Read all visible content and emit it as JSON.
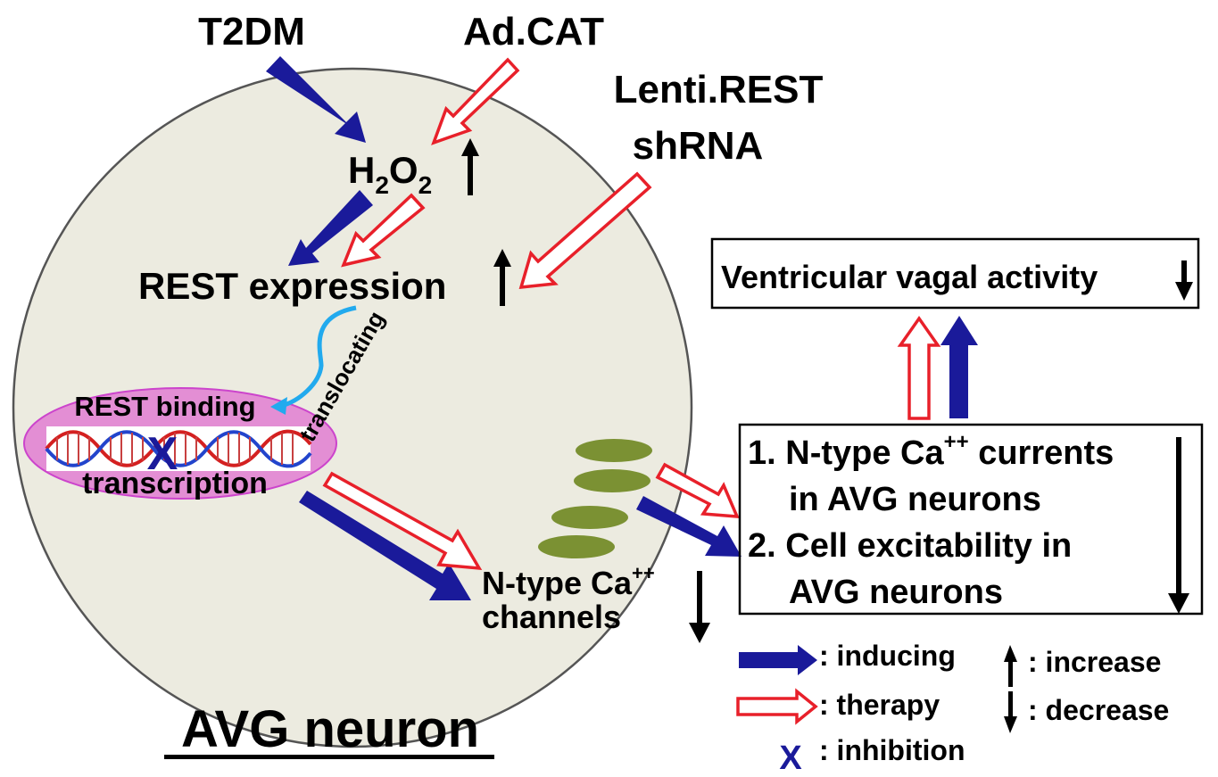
{
  "colors": {
    "inducing": "#1a1a9a",
    "therapy_stroke": "#e8202a",
    "cell_fill": "#ecebe0",
    "nucleus_fill": "#e38ed4",
    "nucleus_stroke": "#cc44cc",
    "translocate": "#22aaee",
    "channel": "#7b9133",
    "inhibit_x": "#1a1a9a"
  },
  "labels": {
    "t2dm": "T2DM",
    "adcat": "Ad.CAT",
    "lenti_line1": "Lenti.REST",
    "lenti_line2": "shRNA",
    "h2o2_h": "H",
    "h2o2_sub1": "2",
    "h2o2_o": "O",
    "h2o2_sub2": "2",
    "rest_expression": "REST expression",
    "translocating": "translocating",
    "rest_binding": "REST binding",
    "transcription": "transcription",
    "inhibit_mark": "X",
    "ntype_base": "N-type Ca",
    "ntype_sup": "++",
    "channels": "channels",
    "avg_neuron": "AVG neuron",
    "vagal": "Ventricular vagal activity",
    "effects_1a": "1. N-type Ca",
    "effects_1sup": "++",
    "effects_1b": " currents",
    "effects_1c": "in AVG neurons",
    "effects_2a": "2. Cell excitability in",
    "effects_2b": "AVG neurons"
  },
  "legend": {
    "inducing": ": inducing",
    "therapy": ": therapy",
    "inhibition": ": inhibition",
    "inhibition_mark": "X",
    "increase": ": increase",
    "decrease": ": decrease"
  }
}
